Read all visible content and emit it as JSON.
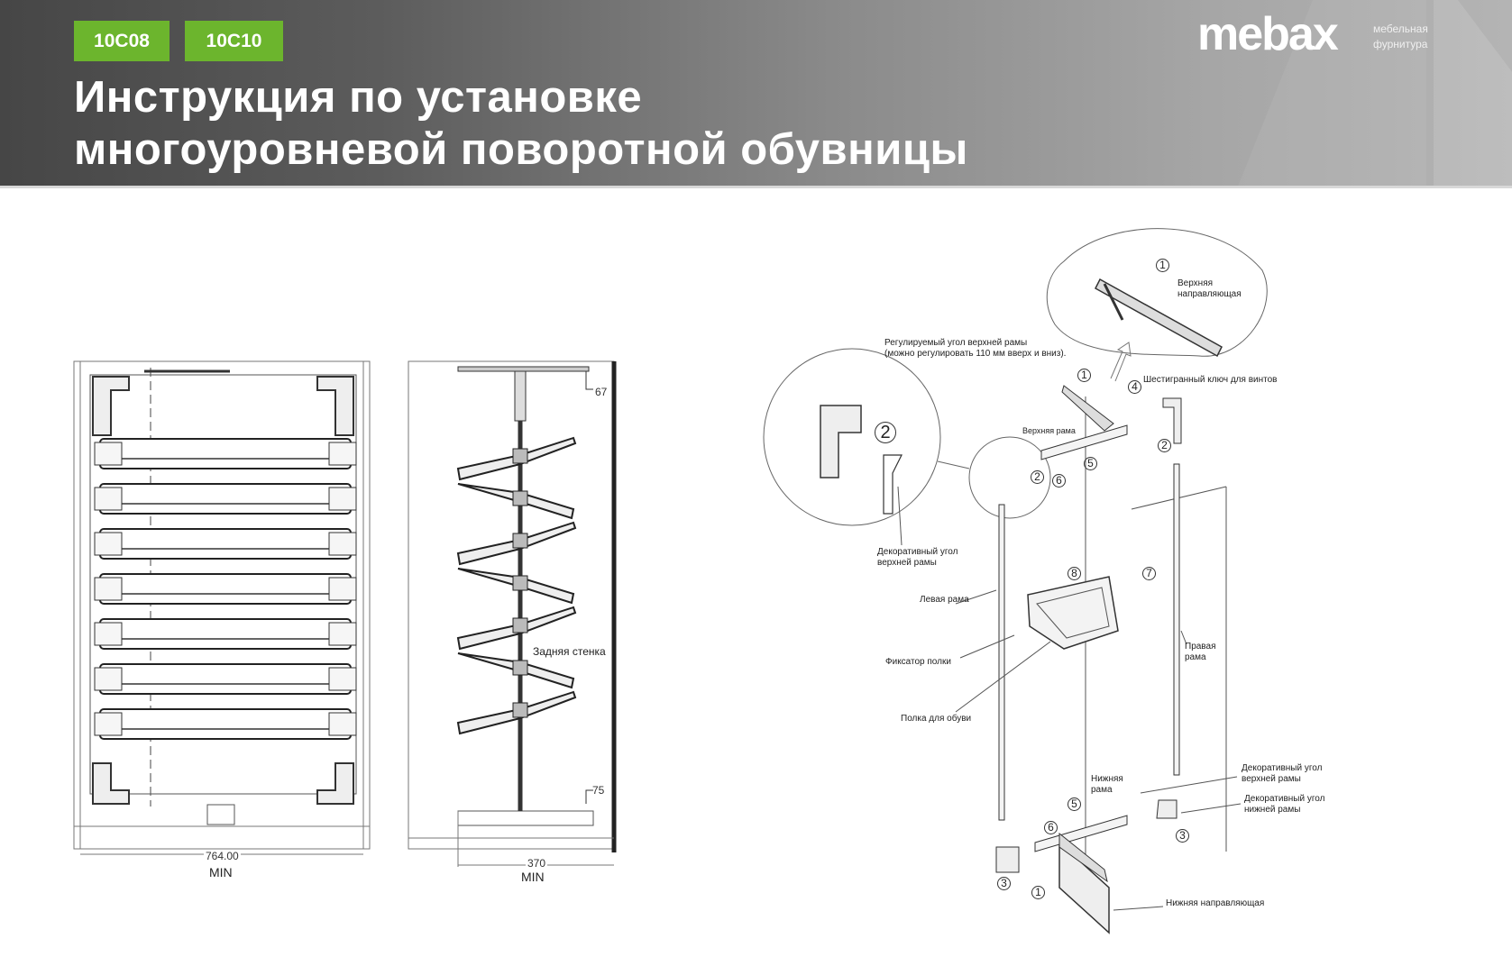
{
  "header": {
    "badges": [
      "10C08",
      "10C10"
    ],
    "title_line1": "Инструкция по установке",
    "title_line2": "многоуровневой поворотной обувницы",
    "logo": "mebax",
    "logo_sub1": "мебельная",
    "logo_sub2": "фурнитура",
    "accent": "#6cb52d"
  },
  "front_view": {
    "width_dim": "764.00",
    "min": "MIN",
    "shelves": 7
  },
  "side_view": {
    "depth_dim": "370",
    "min": "MIN",
    "top_dim": "67",
    "bottom_dim": "75",
    "back_wall": "Задняя стенка",
    "shelves": 7
  },
  "assembly": {
    "top_guide": [
      "Верхняя",
      "направляющая"
    ],
    "adjustable_corner": [
      "Регулируемый угол верхней рамы",
      "(можно регулировать 110 мм вверх и вниз)."
    ],
    "hex_key": "Шестигранный ключ для винтов",
    "top_frame": "Верхняя рама",
    "deco_top_corner_left": [
      "Декоративный угол",
      "верхней рамы"
    ],
    "left_frame": "Левая рама",
    "shelf_lock": "Фиксатор полки",
    "shoe_shelf": "Полка для обуви",
    "right_frame": [
      "Правая",
      "рама"
    ],
    "bottom_frame": [
      "Нижняя",
      "рама"
    ],
    "deco_top_corner_right": [
      "Декоративный угол",
      "верхней рамы"
    ],
    "deco_bottom_corner": [
      "Декоративный угол",
      "нижней рамы"
    ],
    "bottom_guide": "Нижняя направляющая",
    "numbers": [
      "1",
      "1",
      "4",
      "2",
      "2",
      "6",
      "5",
      "2",
      "8",
      "7",
      "5",
      "6",
      "3",
      "3",
      "1"
    ]
  }
}
